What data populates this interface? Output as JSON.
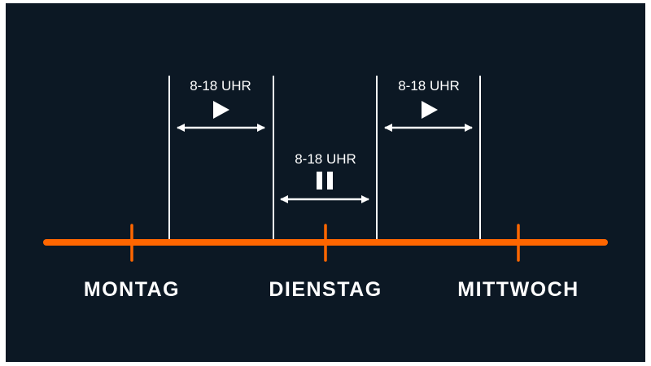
{
  "colors": {
    "background": "#0c1824",
    "timeline": "#ff6600",
    "foreground": "#ffffff"
  },
  "days": [
    {
      "label": "MONTAG"
    },
    {
      "label": "DIENSTAG"
    },
    {
      "label": "MITTWOCH"
    }
  ],
  "bands": [
    {
      "label": "8-18 UHR",
      "icon": "play-icon"
    },
    {
      "label": "8-18 UHR",
      "icon": "pause-icon"
    },
    {
      "label": "8-18 UHR",
      "icon": "play-icon"
    }
  ]
}
